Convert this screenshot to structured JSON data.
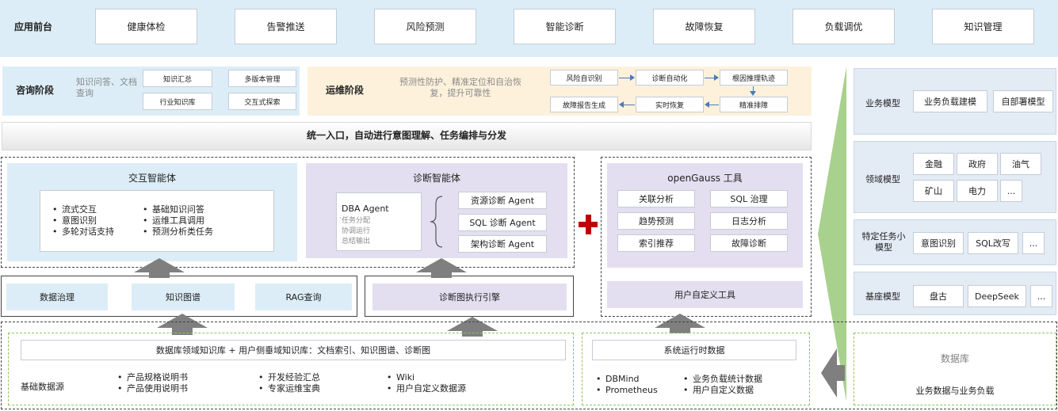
{
  "app_layer": {
    "title": "应用前台",
    "items": [
      "健康体检",
      "告警推送",
      "风险预测",
      "智能诊断",
      "故障恢复",
      "负载调优",
      "知识管理"
    ]
  },
  "consult": {
    "title": "咨询阶段",
    "desc": "知识问答、文档查询",
    "tags": [
      "知识汇总",
      "多版本管理",
      "行业知识库",
      "交互式探索"
    ]
  },
  "ops": {
    "title": "运维阶段",
    "desc": "预测性防护、精准定位和自治恢复，提升可靠性",
    "flow": [
      "风险自识别",
      "诊断自动化",
      "根因推理轨迹",
      "精准排障",
      "实时恢复",
      "故障报告生成"
    ]
  },
  "unified_bar": "统一入口，自动进行意图理解、任务编排与分发",
  "interactive_agent": {
    "title": "交互智能体",
    "left": [
      "流式交互",
      "意图识别",
      "多轮对话支持"
    ],
    "right": [
      "基础知识问答",
      "运维工具调用",
      "预测分析类任务"
    ]
  },
  "diag_agent": {
    "title": "诊断智能体",
    "dba_title": "DBA Agent",
    "dba_items": [
      "任务分配",
      "协调运行",
      "总结输出"
    ],
    "sub_agents": [
      "资源诊断 Agent",
      "SQL 诊断 Agent",
      "架构诊断 Agent"
    ]
  },
  "tools": {
    "title": "openGauss 工具",
    "items": [
      "关联分析",
      "SQL 治理",
      "趋势预测",
      "日志分析",
      "索引推荐",
      "故障诊断"
    ],
    "custom": "用户自定义工具"
  },
  "data_services": [
    "数据治理",
    "知识图谱",
    "RAG查询"
  ],
  "diag_engine": "诊断图执行引擎",
  "models": {
    "business": {
      "label": "业务模型",
      "items": [
        "业务负载建模",
        "自部署模型"
      ]
    },
    "domain": {
      "label": "领域模型",
      "items": [
        "金融",
        "政府",
        "油气",
        "矿山",
        "电力",
        "..."
      ]
    },
    "task": {
      "label": "特定任务小模型",
      "items": [
        "意图识别",
        "SQL改写",
        "..."
      ]
    },
    "base": {
      "label": "基座模型",
      "items": [
        "盘古",
        "DeepSeek",
        "..."
      ]
    }
  },
  "knowledge": {
    "header": "数据库领域知识库 + 用户侧垂域知识库：文档索引、知识图谱、诊断图",
    "source_label": "基础数据源",
    "col1": [
      "产品规格说明书",
      "产品使用说明书"
    ],
    "col2": [
      "开发经验汇总",
      "专家运维宝典"
    ],
    "col3": [
      "Wiki",
      "用户自定义数据源"
    ]
  },
  "runtime": {
    "header": "系统运行时数据",
    "col1": [
      "DBMind",
      "Prometheus"
    ],
    "col2": [
      "业务负载统计数据",
      "用户自定义数据"
    ]
  },
  "database": {
    "title": "数据库",
    "subtitle": "业务数据与业务负载"
  },
  "colors": {
    "app_bg": "#dcedf7",
    "consult_bg": "#dcedf7",
    "ops_bg": "#fdf1dc",
    "agent_bg": "#dcedf7",
    "diag_bg": "#e3dff0",
    "model_bg": "#e3ebf5",
    "plus": "#c00000",
    "green_tri": "#a9d18e"
  }
}
